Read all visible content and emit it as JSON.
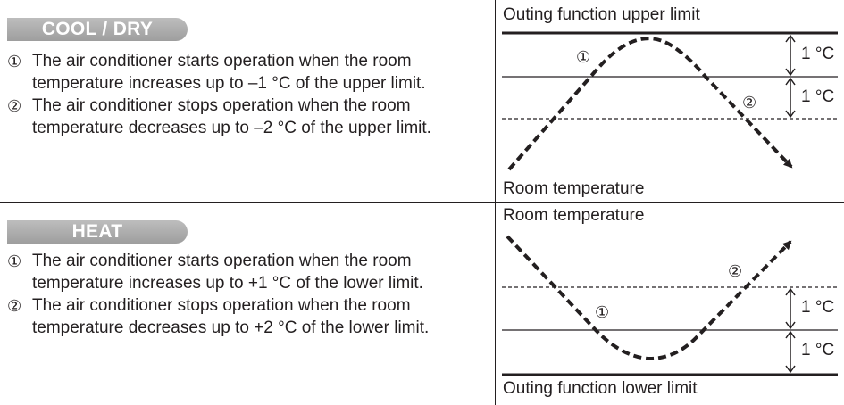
{
  "cool": {
    "badge": "COOL / DRY",
    "steps": [
      {
        "marker": "①",
        "text": "The air conditioner starts operation when the room temperature increases up to –1 °C of the upper limit."
      },
      {
        "marker": "②",
        "text": "The air conditioner stops operation when the room temperature decreases up to –2 °C of the upper limit."
      }
    ],
    "diagram": {
      "top_label": "Outing function upper limit",
      "bottom_label": "Room temperature",
      "marker_1": "①",
      "marker_2": "②",
      "gap_1": "1 °C",
      "gap_2": "1 °C"
    }
  },
  "heat": {
    "badge": "HEAT",
    "steps": [
      {
        "marker": "①",
        "text": "The air conditioner starts operation when the room temperature increases up to +1 °C of the lower limit."
      },
      {
        "marker": "②",
        "text": "The air conditioner stops operation when the room temperature decreases up to +2 °C of the lower limit."
      }
    ],
    "diagram": {
      "top_label": "Room temperature",
      "bottom_label": "Outing function lower limit",
      "marker_1": "①",
      "marker_2": "②",
      "gap_1": "1 °C",
      "gap_2": "1 °C"
    }
  },
  "colors": {
    "ink": "#231f20",
    "badge": "#a8a8a8",
    "badge_text": "#ffffff"
  }
}
